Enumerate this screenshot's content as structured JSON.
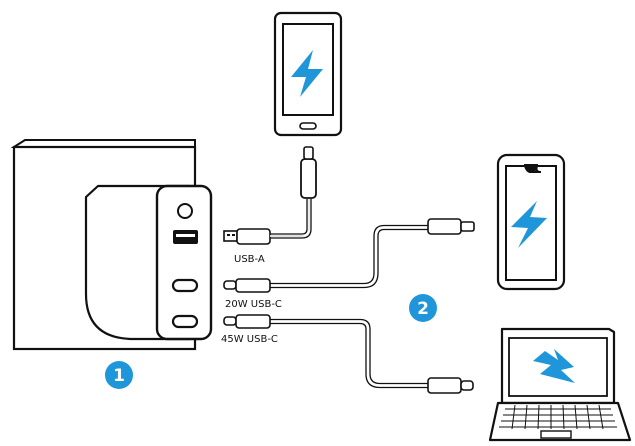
{
  "ports": {
    "usb_a": "USB-A",
    "usbc_20w": "20W USB-C",
    "usbc_45w": "45W USB-C"
  },
  "steps": {
    "one": "1",
    "two": "2"
  },
  "icons": {
    "charge": "lightning-bolt",
    "step_badge": "numbered-circle"
  },
  "colors": {
    "accent_blue": "#1e96d9",
    "outline": "#111111"
  }
}
